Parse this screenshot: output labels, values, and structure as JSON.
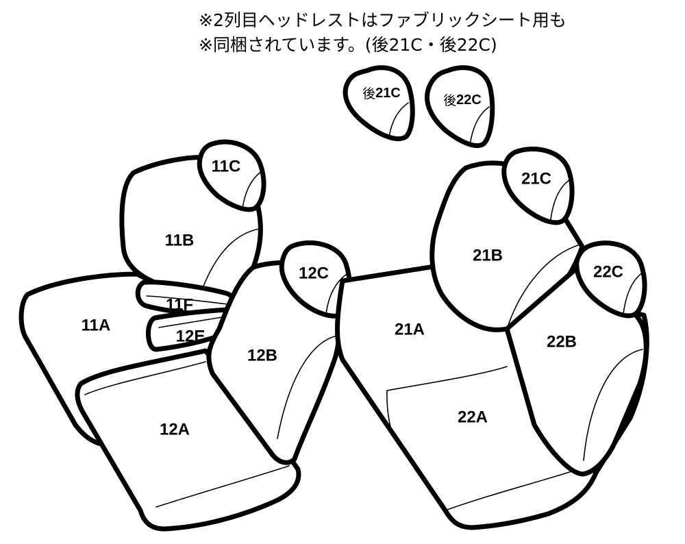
{
  "notes": {
    "line1": "※2列目ヘッドレストはファブリックシート用も",
    "line2": "※同梱されています。(後21C・後22C)"
  },
  "extra_headrests": {
    "prefix": "後",
    "left_code": "21C",
    "right_code": "22C"
  },
  "part_labels": {
    "p11A": "11A",
    "p11B": "11B",
    "p11C": "11C",
    "p11F": "11F",
    "p12E": "12E",
    "p12A": "12A",
    "p12B": "12B",
    "p12C": "12C",
    "p21A": "21A",
    "p21B": "21B",
    "p21C": "21C",
    "p22A": "22A",
    "p22B": "22B",
    "p22C": "22C"
  }
}
